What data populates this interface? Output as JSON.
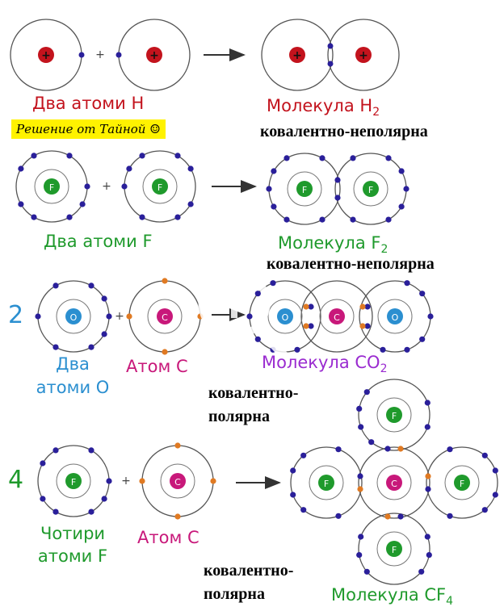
{
  "colors": {
    "hydrogen": "#c3131d",
    "fluorine": "#1f9a2c",
    "oxygen": "#2b8fd0",
    "carbon": "#c8187a",
    "electron": "#2a1f9a",
    "carbon_electron": "#e07a23",
    "co2_label": "#9a2bd0"
  },
  "credit": "Решение от Тайной ☺",
  "rows": {
    "h": {
      "left_label": "Два атоми H",
      "right_label": "Молекула H",
      "right_sub": "2",
      "bond": "ковалентно-неполярна",
      "symbol": "+"
    },
    "f": {
      "left_label": "Два атоми F",
      "right_label": "Молекула F",
      "right_sub": "2",
      "bond": "ковалентно-неполярна",
      "symbol": "F"
    },
    "co2": {
      "coef": "2",
      "left_label_1": "Два",
      "left_label_2": "атоми O",
      "mid_label": "Атом C",
      "right_label": "Молекула CO",
      "right_sub": "2",
      "bond_1": "ковалентно-",
      "bond_2": "полярна",
      "o_symbol": "O",
      "c_symbol": "C"
    },
    "cf4": {
      "coef": "4",
      "left_label_1": "Чотири",
      "left_label_2": "атоми F",
      "mid_label": "Атом C",
      "right_label": "Молекула CF",
      "right_sub": "4",
      "bond_1": "ковалентно-",
      "bond_2": "полярна",
      "f_symbol": "F",
      "c_symbol": "C"
    }
  },
  "operators": {
    "plus": "+"
  },
  "icons": {
    "zoom": "magnifier-plus-icon",
    "arrow": "arrow-right-icon"
  }
}
